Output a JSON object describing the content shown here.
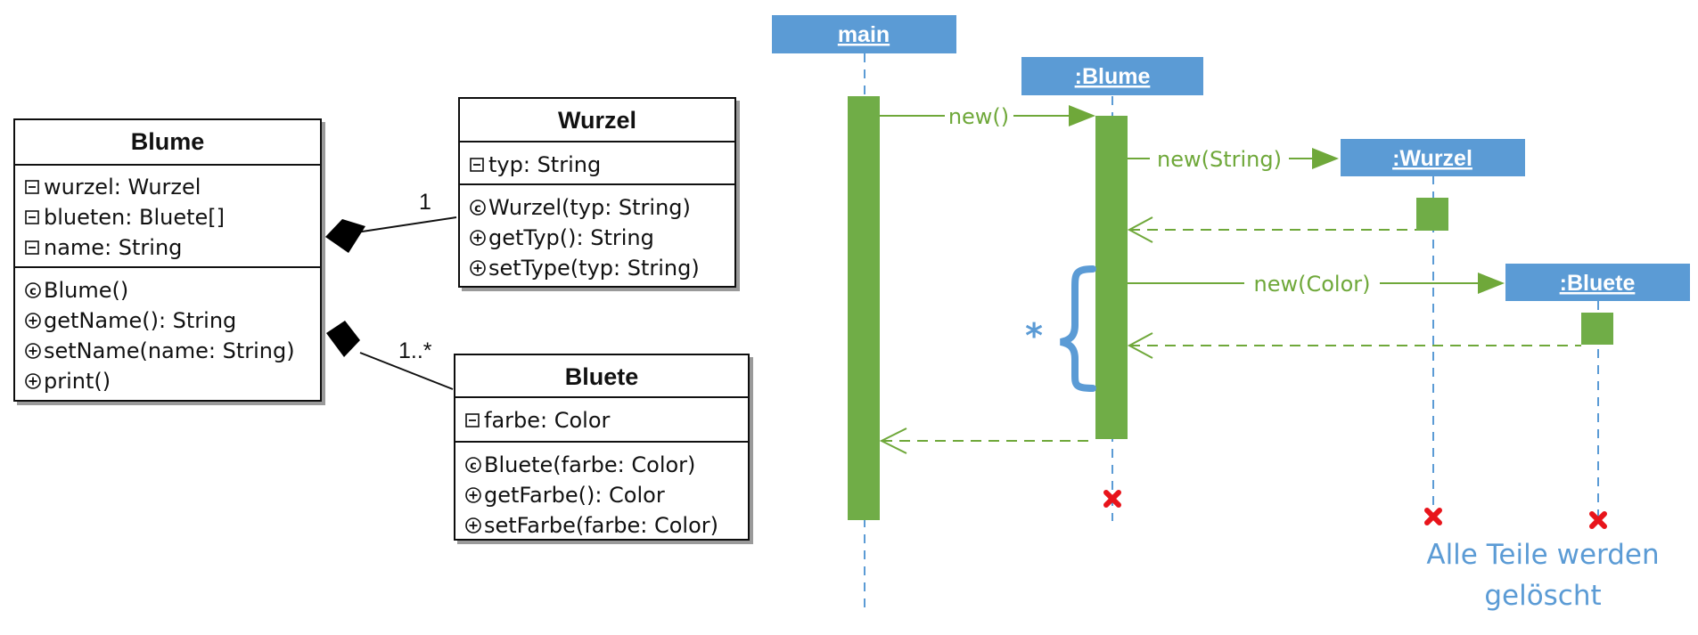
{
  "class_diagram": {
    "classes": {
      "blume": {
        "name": "Blume",
        "attributes": [
          "wurzel: Wurzel",
          "blueten: Bluete[]",
          "name: String"
        ],
        "methods": [
          "Blume()",
          "getName(): String",
          "setName(name: String)",
          "print()"
        ],
        "method_kinds": [
          "constructor",
          "public",
          "public",
          "public"
        ]
      },
      "wurzel": {
        "name": "Wurzel",
        "attributes": [
          "typ: String"
        ],
        "methods": [
          "Wurzel(typ: String)",
          "getTyp(): String",
          "setType(typ: String)"
        ],
        "method_kinds": [
          "constructor",
          "public",
          "public"
        ]
      },
      "bluete": {
        "name": "Bluete",
        "attributes": [
          "farbe: Color"
        ],
        "methods": [
          "Bluete(farbe: Color)",
          "getFarbe(): Color",
          "setFarbe(farbe: Color)"
        ],
        "method_kinds": [
          "constructor",
          "public",
          "public"
        ]
      }
    },
    "associations": {
      "blume_wurzel": {
        "type": "composition",
        "multiplicity": "1"
      },
      "blume_bluete": {
        "type": "composition",
        "multiplicity": "1..*"
      }
    }
  },
  "sequence_diagram": {
    "lifelines": {
      "main": "main",
      "blume": ":Blume",
      "wurzel": ":Wurzel",
      "bluete": ":Bluete"
    },
    "messages": {
      "new_blume": "new()",
      "new_wurzel": "new(String)",
      "new_bluete": "new(Color)"
    },
    "loop_marker": "*",
    "note_line1": "Alle Teile werden",
    "note_line2": "gelöscht"
  },
  "colors": {
    "lifeline_head": "#5b9bd5",
    "activation": "#70ad47",
    "message": "#6fa83a",
    "destroy": "#e8141b",
    "note": "#5b9bd5"
  }
}
